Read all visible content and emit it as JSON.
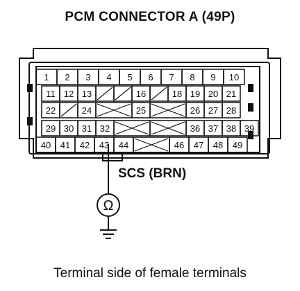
{
  "title": "PCM CONNECTOR A (49P)",
  "wire_label": "SCS (BRN)",
  "caption": "Terminal side of female terminals",
  "meter_symbol": "Ω",
  "rows": [
    {
      "pins": [
        "1",
        "2",
        "3",
        "4",
        "5",
        "6",
        "7",
        "8",
        "9",
        "10"
      ],
      "blanks": []
    },
    {
      "pins": [
        "11",
        "12",
        "13",
        "",
        "",
        "16",
        "",
        "18",
        "19",
        "20",
        "21"
      ],
      "blanks": [
        3,
        4,
        6
      ]
    },
    {
      "pins": [
        "22",
        "",
        "24",
        "",
        "25",
        "",
        "26",
        "27",
        "28"
      ],
      "blanks": [
        1,
        3,
        5
      ]
    },
    {
      "pins": [
        "29",
        "30",
        "31",
        "32",
        "",
        "",
        "36",
        "37",
        "38",
        "39"
      ],
      "blanks": [
        4,
        5
      ]
    },
    {
      "pins": [
        "40",
        "41",
        "42",
        "43",
        "44",
        "",
        "46",
        "47",
        "48",
        "49"
      ],
      "blanks": [
        5
      ]
    }
  ],
  "probe_terminal": "43",
  "colors": {
    "line": "#111111",
    "background": "#ffffff"
  }
}
